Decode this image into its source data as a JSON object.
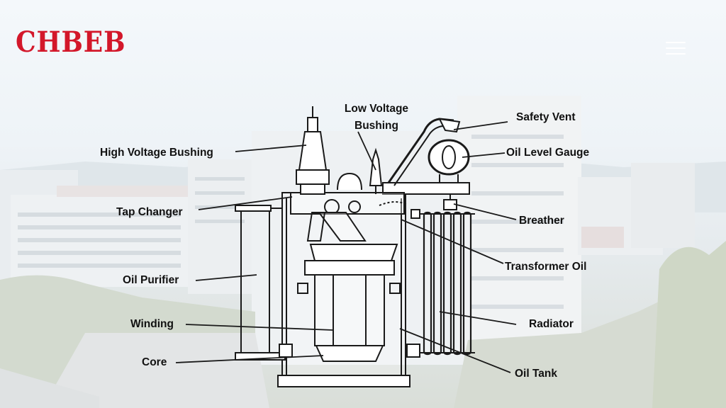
{
  "header": {
    "logo_text": "CHBEB",
    "logo_color": "#d3172a",
    "menu_icon": "hamburger-menu-icon"
  },
  "diagram": {
    "line_color": "#1a1a1a",
    "labels": {
      "low_voltage_bushing_line1": "Low Voltage",
      "low_voltage_bushing_line2": "Bushing",
      "safety_vent": "Safety Vent",
      "high_voltage_bushing": "High Voltage Bushing",
      "oil_level_gauge": "Oil Level Gauge",
      "tap_changer": "Tap Changer",
      "breather": "Breather",
      "oil_purifier": "Oil Purifier",
      "transformer_oil": "Transformer Oil",
      "winding": "Winding",
      "radiator": "Radiator",
      "core": "Core",
      "oil_tank": "Oil Tank"
    }
  }
}
